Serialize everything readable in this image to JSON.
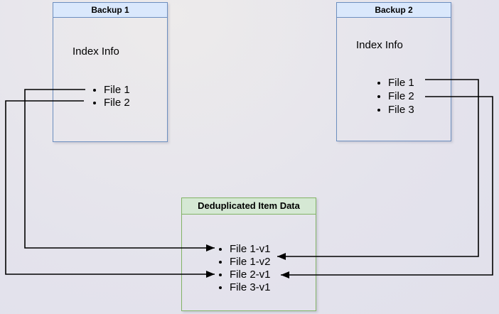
{
  "diagram": {
    "backup1": {
      "title": "Backup 1",
      "section_label": "Index Info",
      "items": [
        "File 1",
        "File 2"
      ]
    },
    "backup2": {
      "title": "Backup 2",
      "section_label": "Index Info",
      "items": [
        "File 1",
        "File 2",
        "File 3"
      ]
    },
    "dedup": {
      "title": "Deduplicated Item Data",
      "items": [
        "File 1-v1",
        "File 1-v2",
        "File 2-v1",
        "File 3-v1"
      ]
    },
    "connections": [
      {
        "from": "Backup 1 / File 1",
        "to": "File 1-v1",
        "side": "left"
      },
      {
        "from": "Backup 1 / File 2",
        "to": "File 2-v1",
        "side": "left"
      },
      {
        "from": "Backup 2 / File 1",
        "to": "File 1-v2",
        "side": "right"
      },
      {
        "from": "Backup 2 / File 2",
        "to": "File 2-v1",
        "side": "right"
      }
    ],
    "colors": {
      "blue_border": "#6c8ebf",
      "blue_title_fill": "#dae8fc",
      "green_border": "#82b366",
      "green_title_fill": "#d5e8d4",
      "arrow": "#000000",
      "background": "#e4e3ec"
    }
  }
}
